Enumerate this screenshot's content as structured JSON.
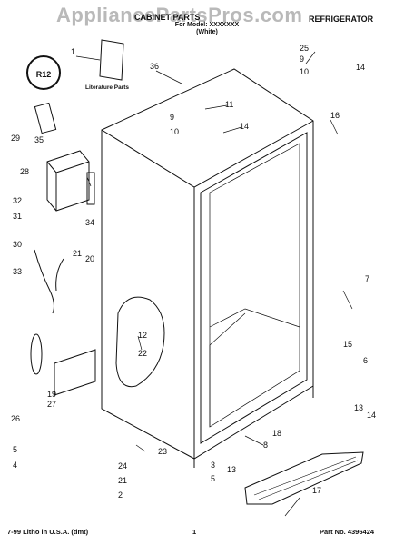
{
  "header": {
    "watermark": "AppliancePartsPros.com",
    "section_title": "CABINET PARTS",
    "model_line": "For Model: XXXXXXX",
    "color_note": "(White)",
    "category": "REFRIGERATOR"
  },
  "labels": {
    "literature": "Literature Parts",
    "badge": "R12"
  },
  "callouts": [
    "1",
    "36",
    "25",
    "9",
    "10",
    "14",
    "11",
    "9",
    "14",
    "10",
    "16",
    "29",
    "35",
    "28",
    "32",
    "31",
    "34",
    "30",
    "21",
    "20",
    "33",
    "7",
    "12",
    "22",
    "15",
    "6",
    "19",
    "27",
    "26",
    "13",
    "14",
    "18",
    "8",
    "5",
    "4",
    "23",
    "24",
    "21",
    "2",
    "3",
    "5",
    "13",
    "17"
  ],
  "footer": {
    "left": "7-99 Litho in U.S.A. (dmt)",
    "center": "1",
    "right": "Part No. 4396424"
  }
}
